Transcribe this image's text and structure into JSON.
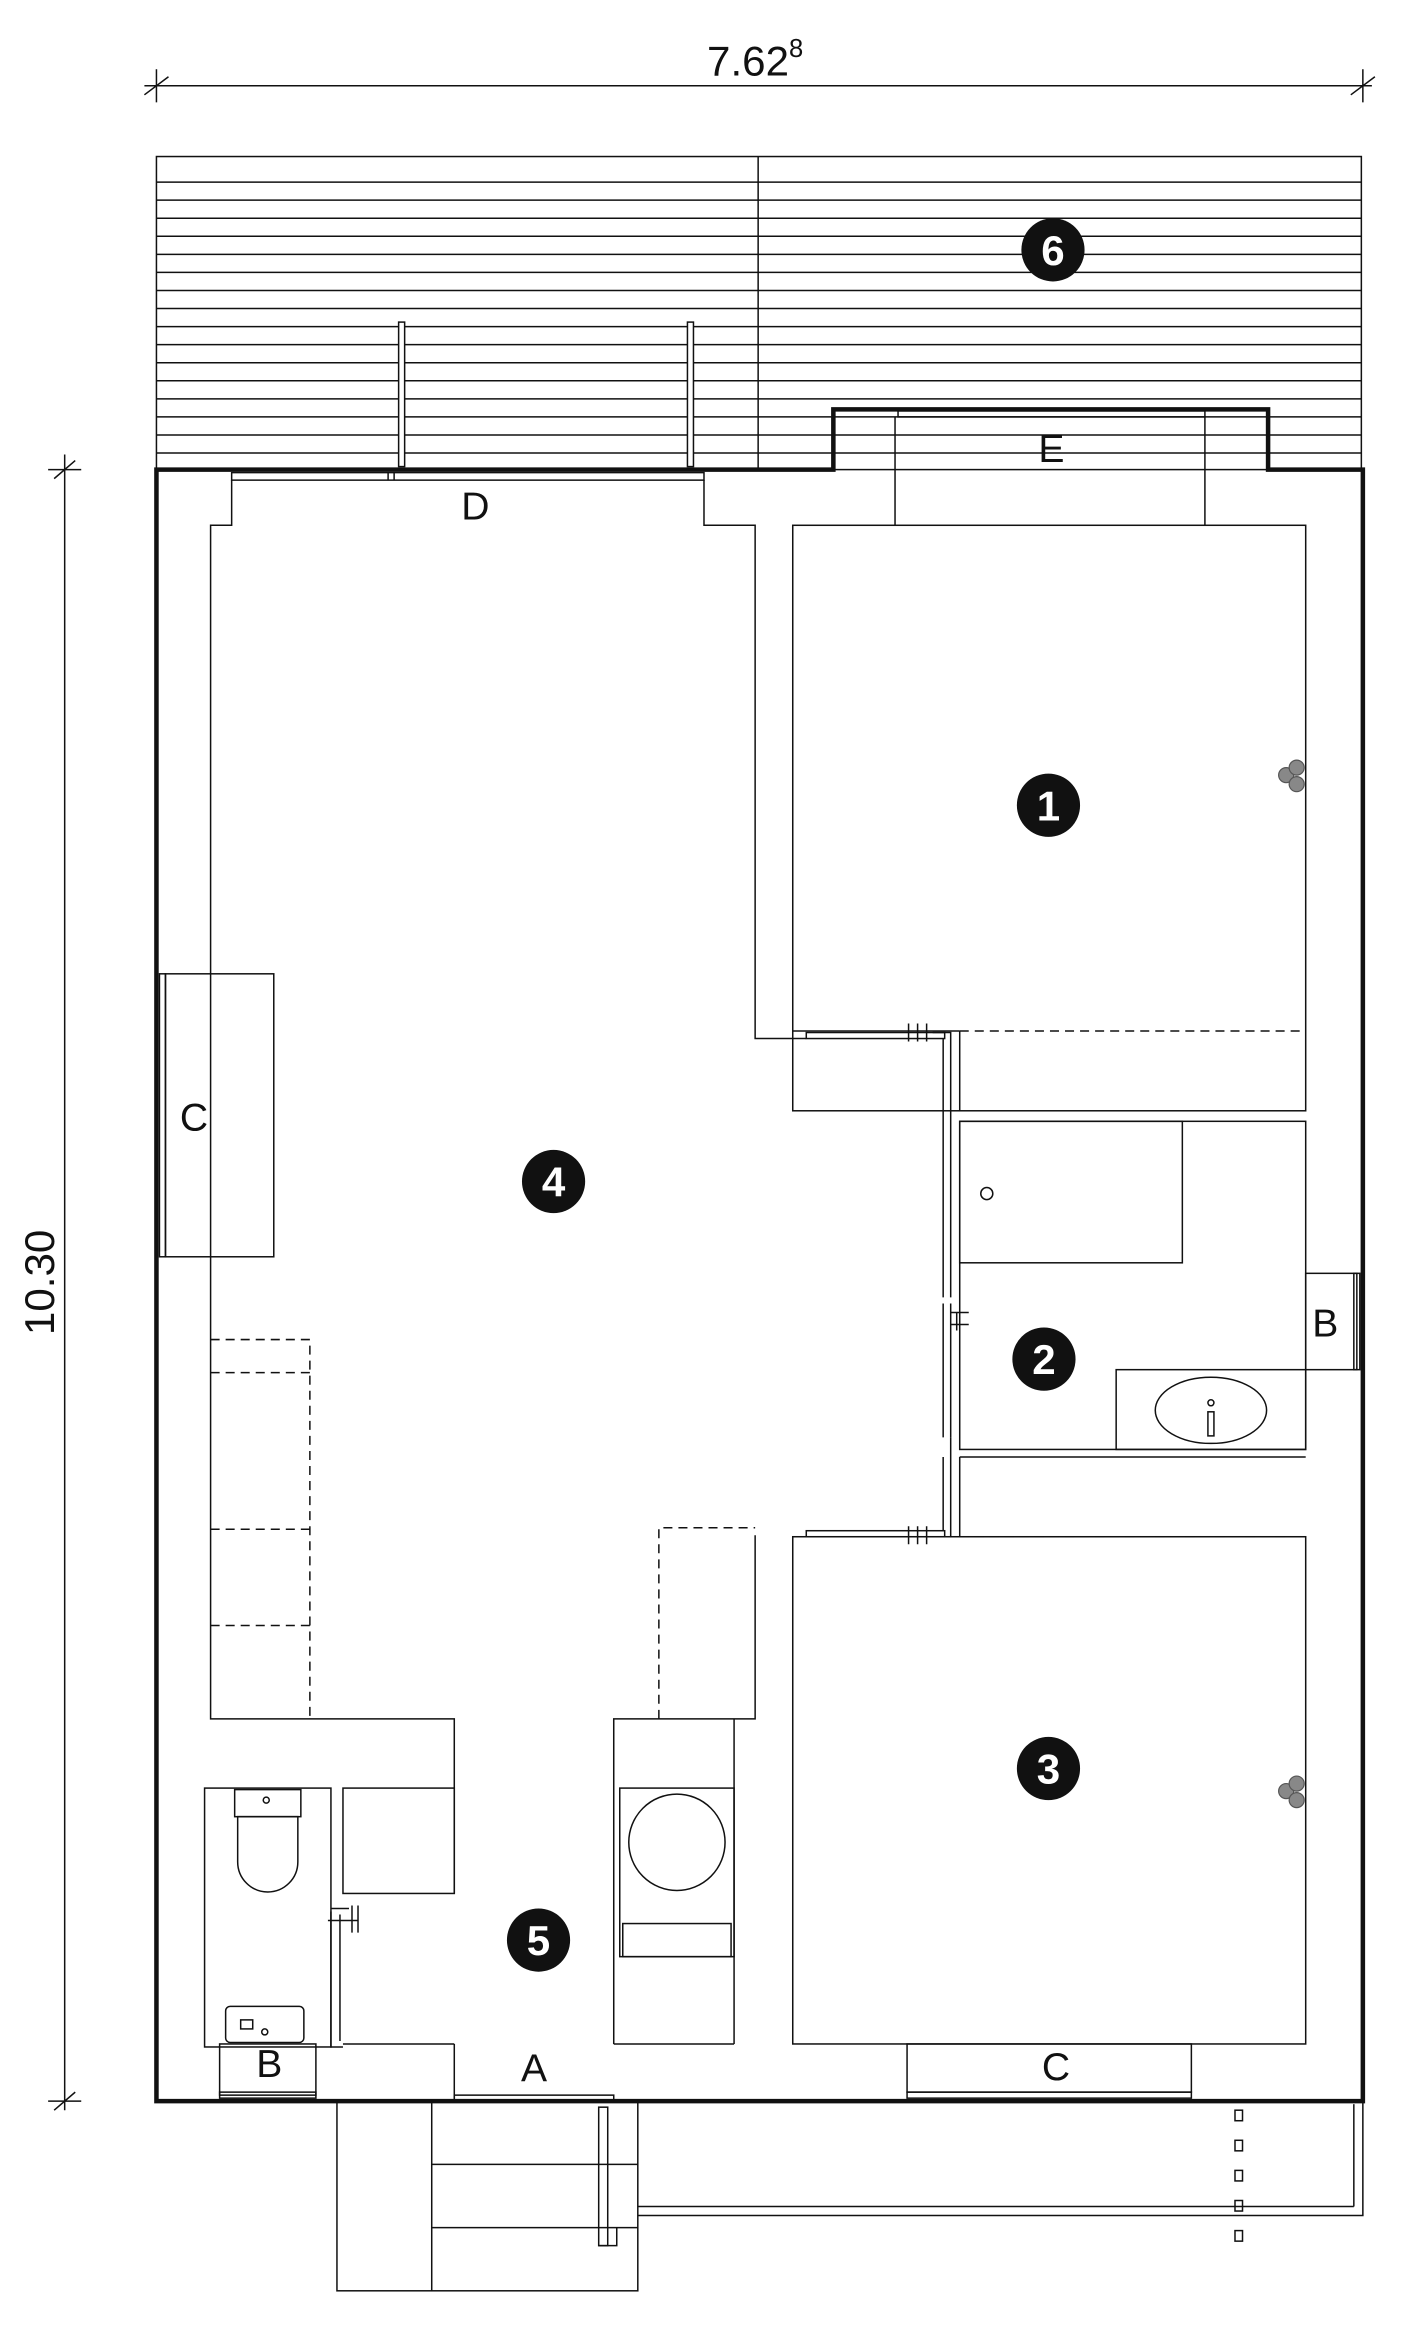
{
  "dimensions": {
    "width_main": "7.62",
    "width_sup": "8",
    "height": "10.30"
  },
  "opening_labels": {
    "a": "A",
    "b_right": "B",
    "b_bottom": "B",
    "c_left": "C",
    "c_bottom": "C",
    "d": "D",
    "e": "E"
  },
  "room_markers": [
    "1",
    "2",
    "3",
    "4",
    "5",
    "6"
  ],
  "colors": {
    "line": "#111111",
    "marker_fill": "#111111",
    "marker_text": "#ffffff",
    "fixture_gray": "#888888"
  }
}
